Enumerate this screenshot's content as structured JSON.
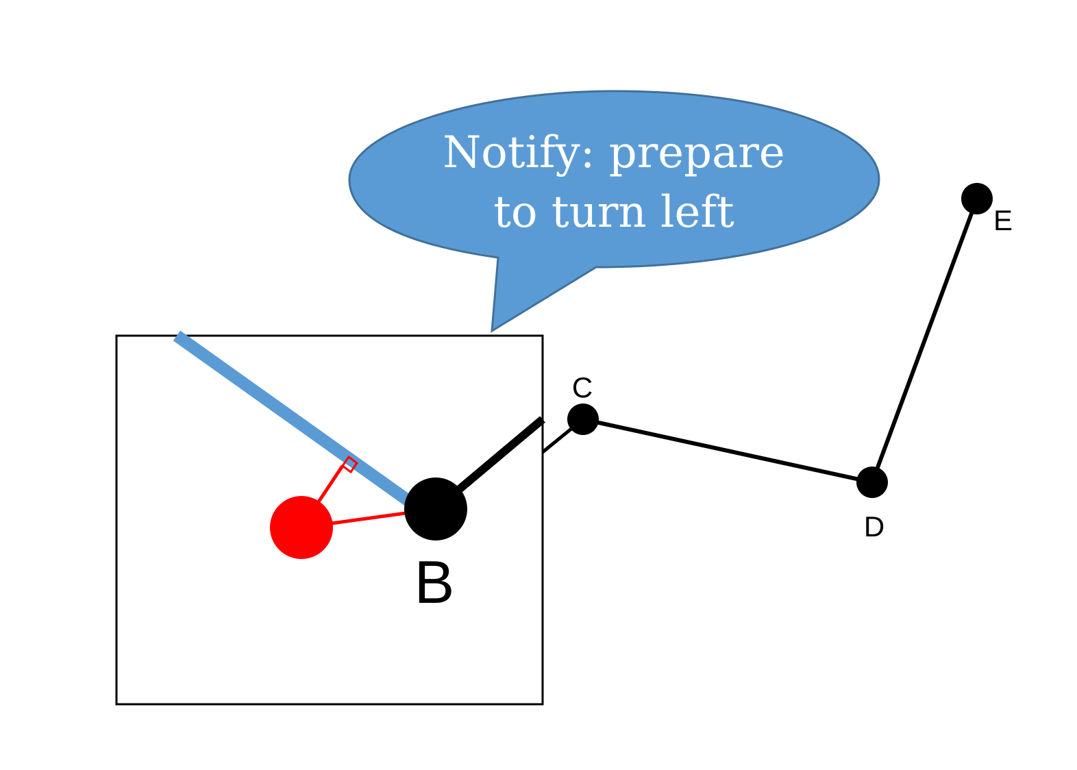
{
  "callout": {
    "line1": "Notify: prepare",
    "line2": "to turn left",
    "fill_color": "#5b9bd5",
    "stroke_color": "#41719c",
    "text_color": "#ffffff"
  },
  "nodes": {
    "b": {
      "label": "B"
    },
    "c": {
      "label": "C"
    },
    "d": {
      "label": "D"
    },
    "e": {
      "label": "E"
    }
  },
  "colors": {
    "route": "#000000",
    "traveled_segment": "#5b9bd5",
    "user_position": "#ff0000",
    "inset_border": "#000000"
  }
}
